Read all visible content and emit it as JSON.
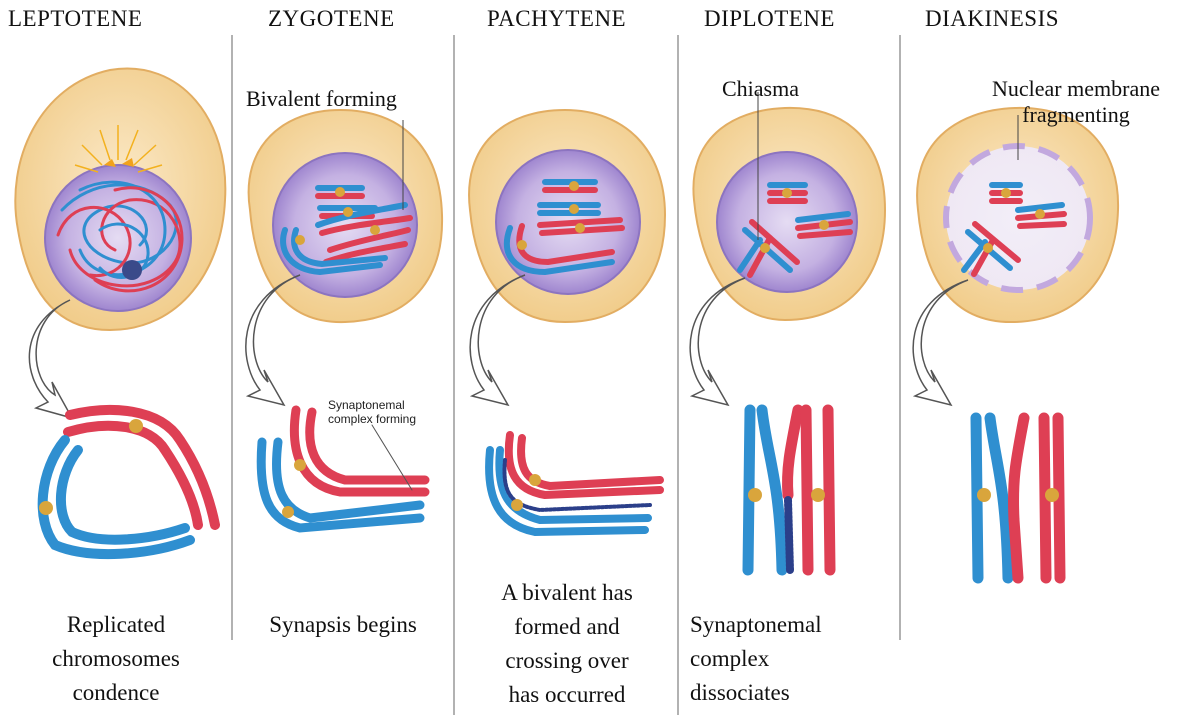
{
  "stages": [
    {
      "title": "LEPTOTENE",
      "caption": "Replicated\nchromosomes\ncondence"
    },
    {
      "title": "ZYGOTENE",
      "caption": "Synapsis begins"
    },
    {
      "title": "PACHYTENE",
      "caption": "A bivalent has\nformed and\ncrossing over\nhas occurred"
    },
    {
      "title": "DIPLOTENE",
      "caption": "Synaptonemal\ncomplex\ndissociates"
    },
    {
      "title": "DIAKINESIS",
      "caption": ""
    }
  ],
  "callouts": {
    "bivalent": "Bivalent forming",
    "synaptonemal_forming": "Synaptonemal\ncomplex forming",
    "chiasma": "Chiasma",
    "nuclear_membrane": "Nuclear membrane\nfragmenting"
  },
  "colors": {
    "cell": "#f6dcaa",
    "cell_edge": "#e7b66b",
    "nucleus": "#b7a3d9",
    "blue_chromosome": "#2f8fd0",
    "red_chromosome": "#de3f54",
    "centromere": "#d9a53c"
  }
}
